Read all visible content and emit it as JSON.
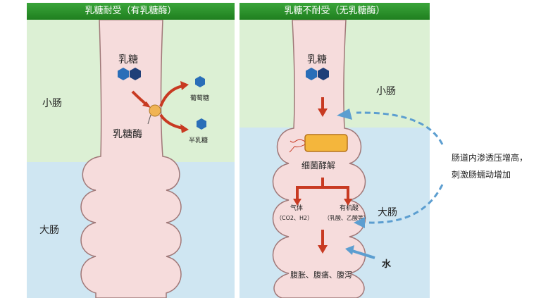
{
  "left_panel": {
    "title": "乳糖耐受（有乳糖酶）",
    "small_intestine": "小肠",
    "large_intestine": "大肠",
    "lactose": "乳糖",
    "lactase": "乳糖酶",
    "glucose": "葡萄糖",
    "galactose": "半乳糖"
  },
  "right_panel": {
    "title": "乳糖不耐受（无乳糖酶）",
    "lactose": "乳糖",
    "small_intestine": "小肠",
    "large_intestine": "大肠",
    "bacterial_fermentation": "细菌酵解",
    "gas": "气体",
    "gas_detail": "（CO2、H2）",
    "organic_acid": "有机酸",
    "organic_acid_detail": "（乳酸、乙酸等）",
    "water": "水",
    "symptoms": "腹胀、腹痛、腹泻"
  },
  "annotation": {
    "line1": "肠道内渗透压增高，",
    "line2": "刺激肠蠕动增加"
  },
  "colors": {
    "small_intestine_bg": "#dcf0d4",
    "large_intestine_bg": "#cfe6f2",
    "intestine_fill": "#f6dcdc",
    "intestine_stroke": "#a07878",
    "header_green": "#2e9a2e",
    "arrow_red": "#c83a22",
    "dashed_blue": "#5c9ed0",
    "hexagon_blue": "#2a6eb8"
  }
}
